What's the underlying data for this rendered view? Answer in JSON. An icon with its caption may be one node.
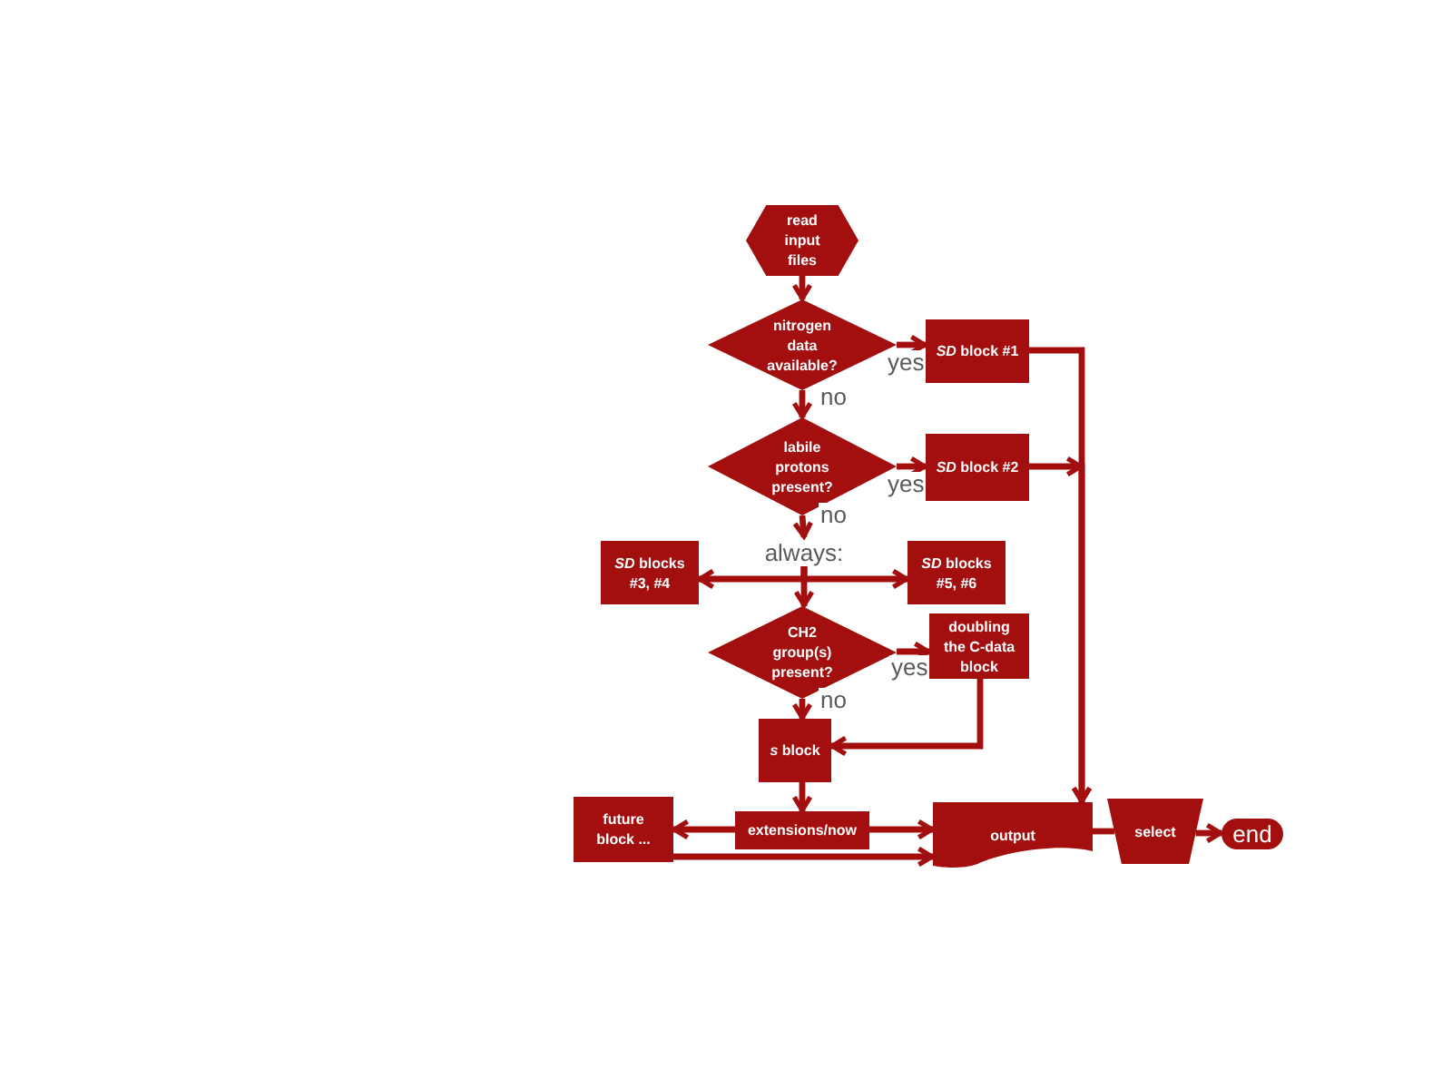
{
  "diagram": {
    "nodes": [
      {
        "text": [
          "read input files"
        ]
      },
      {
        "text": [
          "nitrogen data available?"
        ]
      },
      {
        "text": [
          "*SD* block #1"
        ]
      },
      {
        "text": [
          "labile protons present?"
        ]
      },
      {
        "text": [
          "*SD* block #2"
        ]
      },
      {
        "text": [
          "always:"
        ]
      },
      {
        "text": [
          "*SD* blocks #3, #4"
        ]
      },
      {
        "text": [
          "*SD* blocks #5, #6"
        ]
      },
      {
        "text": [
          "CH2 group(s) present?"
        ]
      },
      {
        "text": [
          "doubling the C-data block"
        ]
      },
      {
        "text": [
          "*s* block"
        ]
      },
      {
        "text": [
          "future block ..."
        ]
      },
      {
        "text": [
          "extensions/now"
        ]
      },
      {
        "text": [
          "output"
        ]
      },
      {
        "text": [
          "select"
        ]
      },
      {
        "text": [
          "end"
        ]
      }
    ],
    "edges": [
      {
        "from": 0,
        "to": 1,
        "arrow": "to"
      },
      {
        "from": 1,
        "to": 2,
        "arrow": "to",
        "label": "yes"
      },
      {
        "from": 1,
        "to": 3,
        "arrow": "to",
        "label": "no"
      },
      {
        "from": 3,
        "to": 4,
        "arrow": "to",
        "label": "yes"
      },
      {
        "from": 2,
        "to": 13,
        "arrow": "to"
      },
      {
        "from": 4,
        "to": 13,
        "arrow": "to"
      },
      {
        "from": 3,
        "to": 5,
        "arrow": "to",
        "label": "no"
      },
      {
        "from": 5,
        "to": 6,
        "arrow": "to"
      },
      {
        "from": 5,
        "to": 7,
        "arrow": "to"
      },
      {
        "from": 5,
        "to": 8,
        "arrow": "to"
      },
      {
        "from": 8,
        "to": 9,
        "arrow": "to",
        "label": "yes"
      },
      {
        "from": 8,
        "to": 10,
        "arrow": "to",
        "label": "no"
      },
      {
        "from": 9,
        "to": 10,
        "arrow": "to"
      },
      {
        "from": 10,
        "to": 12,
        "arrow": "to"
      },
      {
        "from": 12,
        "to": 11,
        "arrow": "to"
      },
      {
        "from": 12,
        "to": 13,
        "arrow": "to"
      },
      {
        "from": 11,
        "to": 13,
        "arrow": "to"
      },
      {
        "from": 13,
        "to": 14,
        "arrow": "none"
      },
      {
        "from": 14,
        "to": 15,
        "arrow": "to"
      }
    ]
  }
}
